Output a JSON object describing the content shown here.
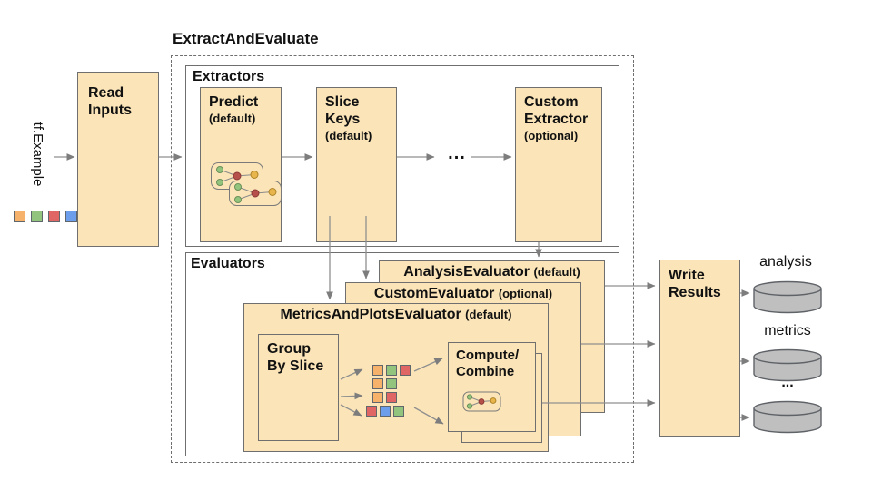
{
  "diagram": {
    "title": "ExtractAndEvaluate",
    "input_label": "tf.Example",
    "read_inputs_title": "Read\nInputs",
    "extractors_label": "Extractors",
    "predict": {
      "title": "Predict",
      "qualifier": "(default)"
    },
    "slice_keys": {
      "title": "Slice\nKeys",
      "qualifier": "(default)"
    },
    "extractor_ellipsis": "...",
    "custom_extractor": {
      "title": "Custom\nExtractor",
      "qualifier": "(optional)"
    },
    "evaluators_label": "Evaluators",
    "analysis_evaluator": {
      "name": "AnalysisEvaluator",
      "qualifier": "(default)"
    },
    "custom_evaluator": {
      "name": "CustomEvaluator",
      "qualifier": "(optional)"
    },
    "metrics_evaluator": {
      "name": "MetricsAndPlotsEvaluator",
      "qualifier": "(default)"
    },
    "group_by_slice_title": "Group\nBy Slice",
    "compute_combine_title": "Compute/\nCombine",
    "write_results_title": "Write\nResults",
    "outputs": [
      "analysis",
      "metrics",
      "..."
    ],
    "input_rows": [
      [
        "orange",
        "green",
        "red",
        "blue"
      ]
    ],
    "slice_rows": [
      [
        "orange",
        "green",
        "red"
      ],
      [
        "orange",
        "green"
      ],
      [
        "orange",
        "red"
      ],
      [
        "red",
        "blue",
        "green"
      ]
    ],
    "colors": {
      "orange": "#f6b26b",
      "green": "#93c47d",
      "red": "#e06666",
      "blue": "#6d9eeb",
      "box_fill": "#fbe5b8",
      "cylinder_fill": "#bfbfbf",
      "arrow": "#8f8f8f"
    }
  }
}
